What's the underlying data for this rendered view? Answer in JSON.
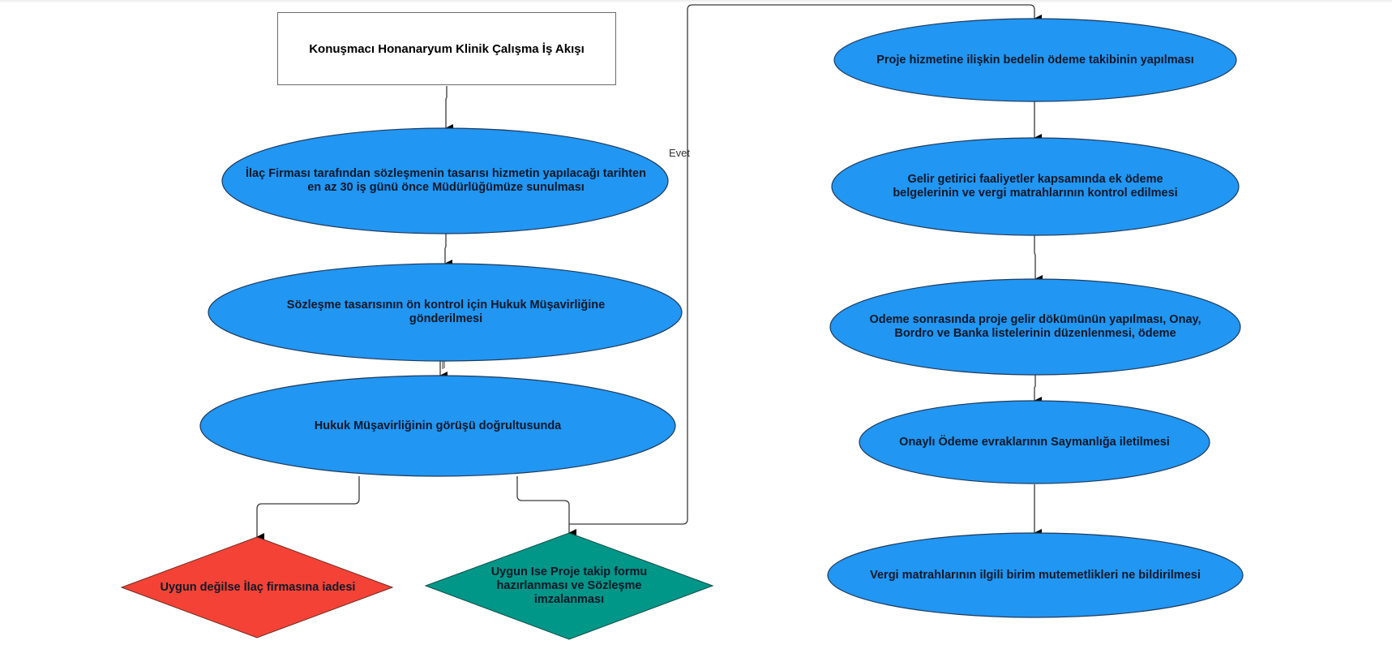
{
  "diagram": {
    "title": "Konuşmacı Honanaryum Klinik Çalışma İş Akışı",
    "colors": {
      "process_fill": "#2196F3",
      "reject_fill": "#F44336",
      "approve_fill": "#009688",
      "stroke": "#1f3a5a",
      "connector": "#3a3a3a"
    },
    "left_flow": [
      {
        "id": "step1",
        "shape": "ellipse",
        "text": "İlaç Firması tarafından sözleşmenin tasarısı hizmetin yapılacağı tarihten en az 30 iş günü önce Müdürlüğümüze sunulması"
      },
      {
        "id": "step2",
        "shape": "ellipse",
        "text": "Sözleşme tasarısının ön kontrol için Hukuk Müşavirliğine gönderilmesi"
      },
      {
        "id": "step3",
        "shape": "ellipse",
        "text": "Hukuk Müşavirliğinin görüşü doğrultusunda"
      }
    ],
    "decisions": [
      {
        "id": "reject",
        "shape": "diamond",
        "text": "Uygun değilse İlaç firmasına iadesi"
      },
      {
        "id": "approve",
        "shape": "diamond",
        "text": "Uygun Ise Proje takip formu hazırlanması ve Sözleşme imzalanması"
      }
    ],
    "right_flow": [
      {
        "id": "step4",
        "shape": "ellipse",
        "text": "Proje hizmetine ilişkin bedelin ödeme takibinin yapılması"
      },
      {
        "id": "step5",
        "shape": "ellipse",
        "text": "Gelir getirici faaliyetler kapsamında ek ödeme belgelerinin ve vergi matrahlarının kontrol edilmesi"
      },
      {
        "id": "step6",
        "shape": "ellipse",
        "text": "Odeme sonrasında proje gelir dökümünün yapılması, Onay, Bordro ve Banka listelerinin düzenlenmesi, ödeme"
      },
      {
        "id": "step7",
        "shape": "ellipse",
        "text": "Onaylı Ödeme evraklarının Saymanlığa iletilmesi"
      },
      {
        "id": "step8",
        "shape": "ellipse",
        "text": "Vergi matrahlarının ilgili birim mutemetlikleri ne bildirilmesi"
      }
    ],
    "edge_labels": {
      "yes": "Evet"
    },
    "edges": [
      {
        "from": "title",
        "to": "step1"
      },
      {
        "from": "step1",
        "to": "step2"
      },
      {
        "from": "step2",
        "to": "step3"
      },
      {
        "from": "step3",
        "to": "reject"
      },
      {
        "from": "step3",
        "to": "approve"
      },
      {
        "from": "approve",
        "to": "step4",
        "label": "Evet"
      },
      {
        "from": "step4",
        "to": "step5"
      },
      {
        "from": "step5",
        "to": "step6"
      },
      {
        "from": "step6",
        "to": "step7"
      },
      {
        "from": "step7",
        "to": "step8"
      }
    ]
  }
}
